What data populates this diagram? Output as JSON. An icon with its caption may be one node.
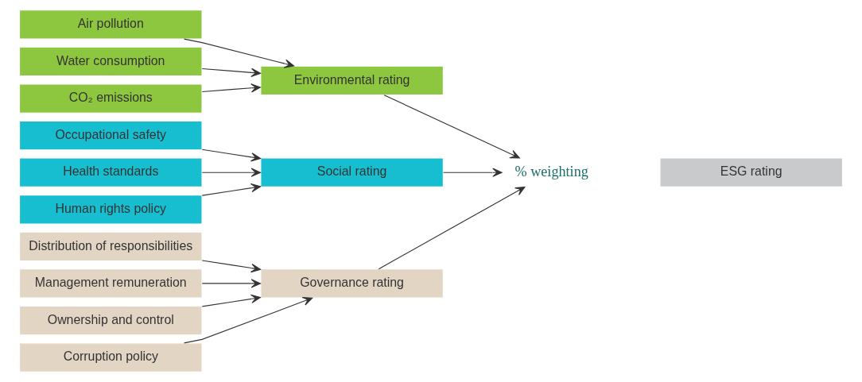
{
  "diagram": {
    "nodes": [
      {
        "text": [
          "Air pollution"
        ]
      },
      {
        "text": [
          "Water consumption"
        ]
      },
      {
        "text": [
          "CO₂ emissions"
        ]
      },
      {
        "text": [
          "Occupational safety"
        ]
      },
      {
        "text": [
          "Health standards"
        ]
      },
      {
        "text": [
          "Human rights policy"
        ]
      },
      {
        "text": [
          "Distribution of responsibilities"
        ]
      },
      {
        "text": [
          "Management remuneration"
        ]
      },
      {
        "text": [
          "Ownership and control"
        ]
      },
      {
        "text": [
          "Corruption policy"
        ]
      },
      {
        "text": [
          "Environmental rating"
        ]
      },
      {
        "text": [
          "Social rating"
        ]
      },
      {
        "text": [
          "Governance rating"
        ]
      },
      {
        "text": [
          "% weighting"
        ]
      },
      {
        "text": [
          "ESG rating"
        ]
      }
    ],
    "edges": [
      {
        "from": 0,
        "to": 10,
        "arrow": "to"
      },
      {
        "from": 1,
        "to": 10,
        "arrow": "to"
      },
      {
        "from": 2,
        "to": 10,
        "arrow": "to"
      },
      {
        "from": 3,
        "to": 11,
        "arrow": "to"
      },
      {
        "from": 4,
        "to": 11,
        "arrow": "to"
      },
      {
        "from": 5,
        "to": 11,
        "arrow": "to"
      },
      {
        "from": 6,
        "to": 12,
        "arrow": "to"
      },
      {
        "from": 7,
        "to": 12,
        "arrow": "to"
      },
      {
        "from": 8,
        "to": 12,
        "arrow": "to"
      },
      {
        "from": 9,
        "to": 12,
        "arrow": "to"
      },
      {
        "from": 10,
        "to": 13,
        "arrow": "to"
      },
      {
        "from": 11,
        "to": 13,
        "arrow": "to"
      },
      {
        "from": 12,
        "to": 13,
        "arrow": "to"
      }
    ]
  }
}
